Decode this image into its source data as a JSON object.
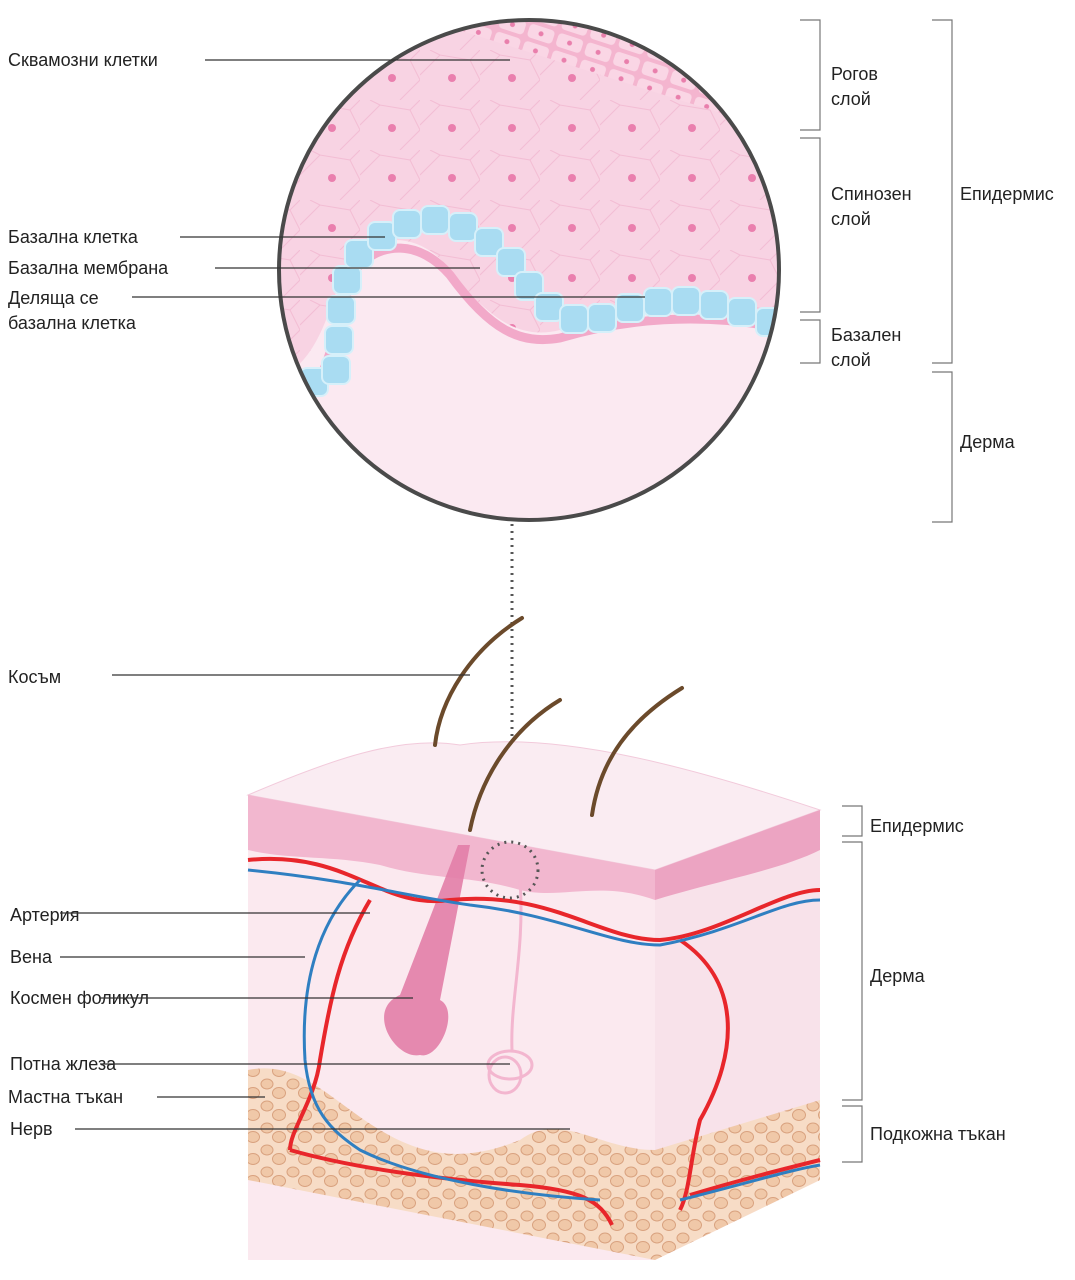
{
  "zoom_view": {
    "left_labels": {
      "squamous_cells": "Сквамозни клетки",
      "basal_cell": "Базална клетка",
      "basal_membrane": "Базална мембрана",
      "dividing_basal_cell_line1": "Деляща се",
      "dividing_basal_cell_line2": "базална клетка"
    },
    "right_labels": {
      "stratum_corneum_line1": "Рогов",
      "stratum_corneum_line2": "слой",
      "stratum_spinosum_line1": "Спинозен",
      "stratum_spinosum_line2": "слой",
      "stratum_basale_line1": "Базален",
      "stratum_basale_line2": "слой",
      "epidermis": "Епидермис",
      "dermis": "Дерма"
    }
  },
  "skin_block": {
    "left_labels": {
      "hair": "Косъм",
      "artery": "Артерия",
      "vein": "Вена",
      "hair_follicle": "Космен фоликул",
      "sweat_gland": "Потна жлеза",
      "fat_tissue": "Мастна тъкан",
      "nerve": "Нерв"
    },
    "right_labels": {
      "epidermis": "Епидермис",
      "dermis": "Дерма",
      "subcutaneous": "Подкожна тъкан"
    }
  },
  "colors": {
    "epidermis_pink": "#f6cadd",
    "basal_blue": "#a9dcf2",
    "membrane_pink": "#f2a9c9",
    "dermis_pink": "#fbe9f0",
    "artery_red": "#e8262b",
    "vein_blue": "#2f7fc1",
    "fat_tan": "#f2cfb2"
  }
}
